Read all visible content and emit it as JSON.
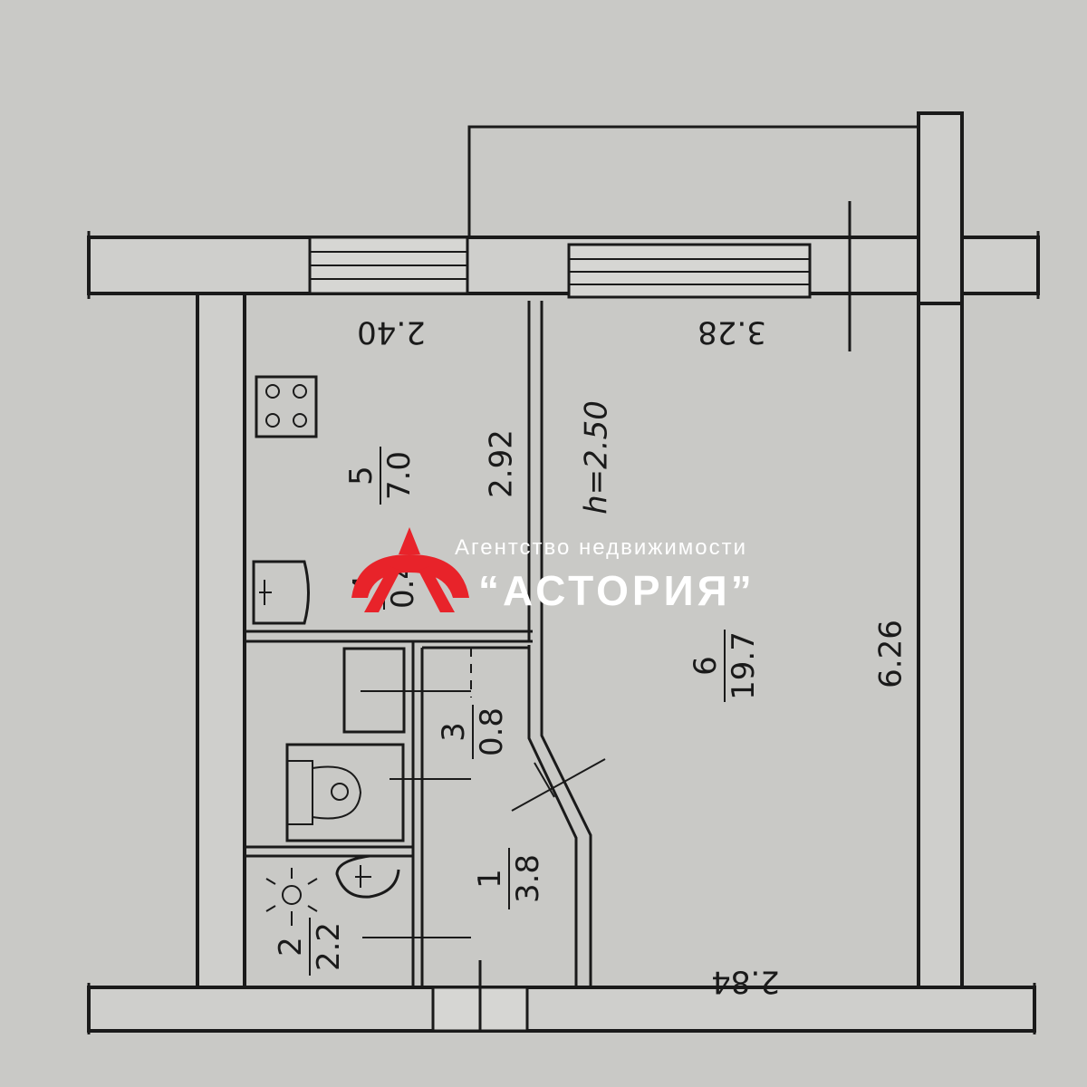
{
  "plan": {
    "ceiling_height": "h=2.50",
    "dimensions": {
      "kitchen_top": "2.40",
      "room_top": "3.28",
      "kitchen_side": "2.92",
      "room_side": "6.26",
      "room_bottom": "2.84"
    },
    "rooms": [
      {
        "number": "5",
        "area": "7.0"
      },
      {
        "number": "4",
        "area": "0.4"
      },
      {
        "number": "3",
        "area": "0.8"
      },
      {
        "number": "1",
        "area": "3.8"
      },
      {
        "number": "2",
        "area": "2.2"
      },
      {
        "number": "6",
        "area": "19.7"
      }
    ]
  },
  "watermark": {
    "line1": "Агентство недвижимости",
    "line2": "“АСТОРИЯ”",
    "color": "#e8232a"
  }
}
